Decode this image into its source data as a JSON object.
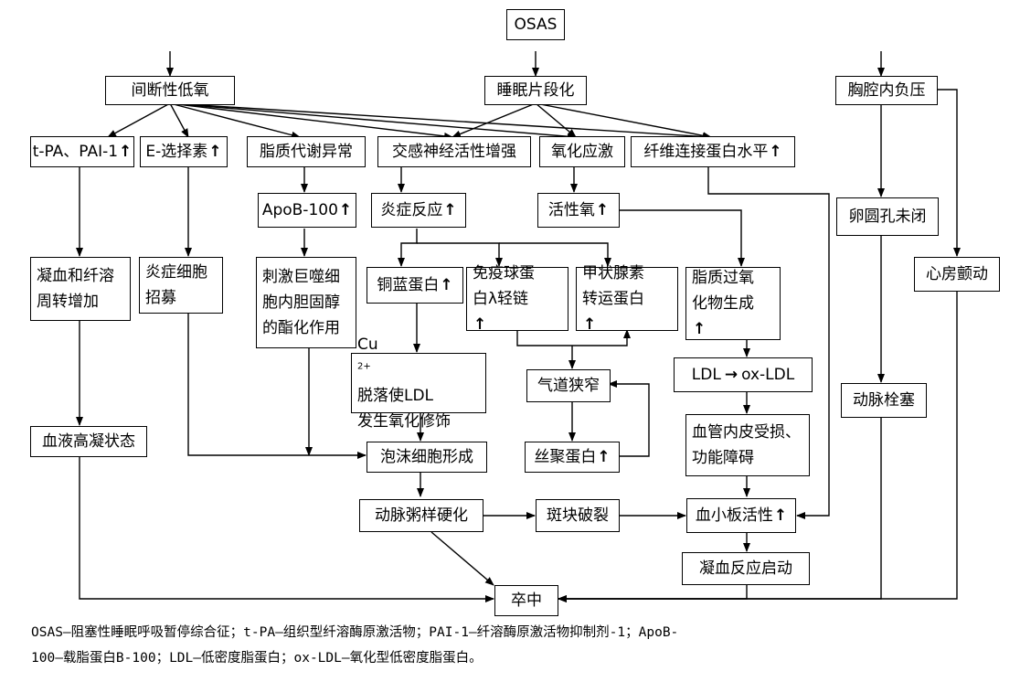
{
  "nodes": {
    "osas": "OSAS",
    "intermittent_hypoxia": "间断性低氧",
    "sleep_fragmentation": "睡眠片段化",
    "negative_intrathoracic": "胸腔内负压",
    "tpa_pai": "t-PA、PAI-1",
    "e_selectin": "E-选择素",
    "lipid_metabolism": "脂质代谢异常",
    "sympathetic": "交感神经活性增强",
    "oxidative_stress": "氧化应激",
    "fibronectin": "纤维连接蛋白水平",
    "apob": "ApoB-100",
    "inflammation": "炎症反应",
    "ros": "活性氧",
    "pfo": "卵圆孔未闭",
    "coagulation_fibrinolysis": [
      "凝血和纤溶",
      "周转增加"
    ],
    "inflammatory_cells": [
      "炎症细胞",
      "招募"
    ],
    "macrophage": [
      "刺激巨噬细",
      "胞内胆固醇",
      "的酯化作用"
    ],
    "ceruloplasmin": "铜蓝蛋白",
    "ig_light_chain": [
      "免疫球蛋",
      "白λ轻链"
    ],
    "transthyretin": [
      "甲状腺素",
      "转运蛋白"
    ],
    "lipid_peroxide": [
      "脂质过氧",
      "化物生成"
    ],
    "atrial_fibrillation": "心房颤动",
    "cu_ldl_base": "Cu",
    "cu_ldl_sup": "2+",
    "cu_ldl_line1_rest": "脱落使LDL",
    "cu_ldl_line2": "发生氧化修饰",
    "airway_narrowing": "气道狭窄",
    "ldl_oxldl": [
      "LDL",
      "ox-LDL"
    ],
    "arterial_embolism": "动脉栓塞",
    "hypercoagulable": "血液高凝状态",
    "vascular_endothelium": [
      "血管内皮受损、",
      "功能障碍"
    ],
    "foam_cell": "泡沫细胞形成",
    "amyloid": "丝聚蛋白",
    "atherosclerosis": "动脉粥样硬化",
    "plaque_rupture": "斑块破裂",
    "platelet": "血小板活性",
    "coagulation_start": "凝血反应启动",
    "stroke": "卒中"
  },
  "increase_marker": "↑",
  "ldl_arrow": "→",
  "caption": {
    "line1": "OSAS—阻塞性睡眠呼吸暂停综合征；t-PA—组织型纤溶酶原激活物；PAI-1—纤溶酶原激活物抑制剂-1；ApoB-",
    "line2": "100—载脂蛋白B-100；LDL—低密度脂蛋白；ox-LDL—氧化型低密度脂蛋白。"
  }
}
